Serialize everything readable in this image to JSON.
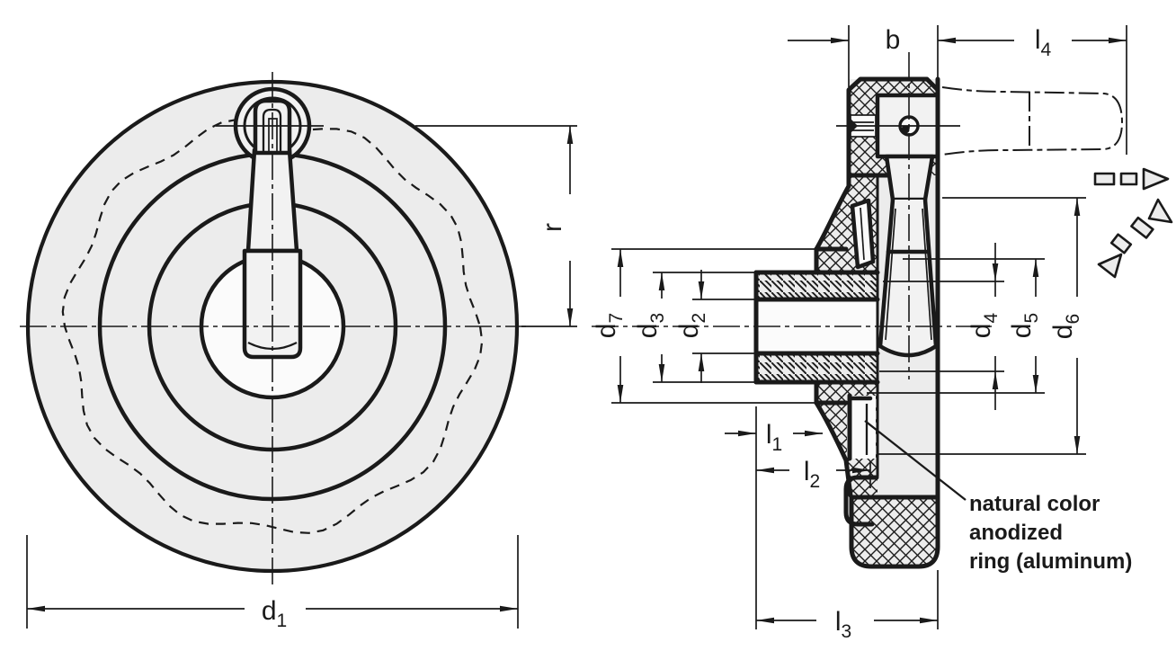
{
  "colors": {
    "line": "#1a1a1a",
    "face_fill": "#ececec",
    "background": "#ffffff"
  },
  "front_view": {
    "dims": {
      "d1": {
        "base": "d",
        "sub": "1"
      },
      "r": {
        "base": "r",
        "sub": ""
      }
    }
  },
  "section_view": {
    "dims": {
      "b": {
        "base": "b",
        "sub": ""
      },
      "l1": {
        "base": "l",
        "sub": "1"
      },
      "l2": {
        "base": "l",
        "sub": "2"
      },
      "l3": {
        "base": "l",
        "sub": "3"
      },
      "l4": {
        "base": "l",
        "sub": "4"
      },
      "d2": {
        "base": "d",
        "sub": "2"
      },
      "d3": {
        "base": "d",
        "sub": "3"
      },
      "d4": {
        "base": "d",
        "sub": "4"
      },
      "d5": {
        "base": "d",
        "sub": "5"
      },
      "d6": {
        "base": "d",
        "sub": "6"
      },
      "d7": {
        "base": "d",
        "sub": "7"
      }
    },
    "note": {
      "lines": [
        "natural color",
        "anodized",
        "ring (aluminum)"
      ]
    }
  }
}
